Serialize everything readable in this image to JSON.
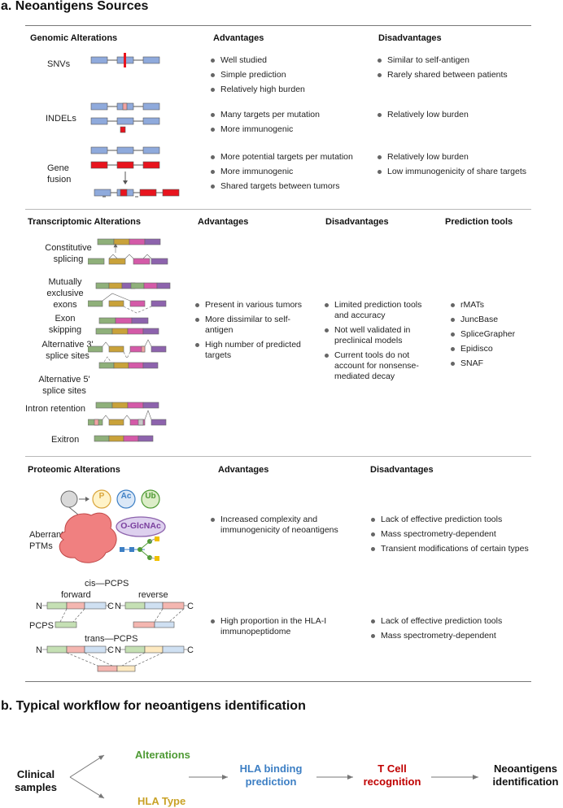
{
  "panel_a": {
    "title": "a. Neoantigens Sources",
    "genomic": {
      "header": "Genomic Alterations",
      "adv_header": "Advantages",
      "dis_header": "Disadvantages",
      "rows": [
        {
          "label": "SNVs",
          "advantages": [
            "Well studied",
            "Simple prediction",
            "Relatively high burden"
          ],
          "disadvantages": [
            "Similar to self-antigen",
            "Rarely shared between patients"
          ]
        },
        {
          "label": "INDELs",
          "advantages": [
            "Many targets per mutation",
            "More immunogenic"
          ],
          "disadvantages": [
            "Relatively low burden"
          ]
        },
        {
          "label_line1": "Gene",
          "label_line2": "fusion",
          "advantages": [
            "More potential targets per mutation",
            "More immunogenic",
            "Shared targets between tumors"
          ],
          "disadvantages": [
            "Relatively low burden",
            "Low immunogenicity of share targets"
          ]
        }
      ]
    },
    "transcriptomic": {
      "header": "Transcriptomic Alterations",
      "adv_header": "Advantages",
      "dis_header": "Disadvantages",
      "tools_header": "Prediction tools",
      "labels": {
        "constitutive_1": "Constitutive",
        "constitutive_2": "splicing",
        "mutex_1": "Mutually",
        "mutex_2": "exclusive",
        "mutex_3": "exons",
        "skip_1": "Exon",
        "skip_2": "skipping",
        "alt3_1": "Alternative 3'",
        "alt3_2": "splice sites",
        "alt5_1": "Alternative 5'",
        "alt5_2": "splice sites",
        "intron": "Intron retention",
        "exitron": "Exitron"
      },
      "advantages": [
        "Present in various tumors",
        "More dissimilar to self-antigen",
        "High number of predicted targets"
      ],
      "disadvantages": [
        "Limited prediction tools and accuracy",
        "Not well validated in preclinical models",
        "Current tools do not account for nonsense-mediated decay"
      ],
      "tools": [
        "rMATs",
        "JuncBase",
        "SpliceGrapher",
        "Epidisco",
        "SNAF"
      ]
    },
    "proteomic": {
      "header": "Proteomic Alterations",
      "adv_header": "Advantages",
      "dis_header": "Disadvantages",
      "ptm": {
        "label_1": "Aberrant",
        "label_2": "PTMs",
        "mods": [
          "P",
          "Ac",
          "Ub"
        ],
        "glyco": "O-GlcNAc",
        "advantages": [
          "Increased complexity and immunogenicity of neoantigens"
        ],
        "disadvantages": [
          "Lack of effective prediction tools",
          "Mass spectrometry-dependent",
          "Transient modifications of certain types"
        ]
      },
      "pcps": {
        "label": "PCPS",
        "cis": "cis—PCPS",
        "trans": "trans—PCPS",
        "forward": "forward",
        "reverse": "reverse",
        "n": "N",
        "c": "C",
        "advantages": [
          "High proportion in the HLA-I immunopeptidome"
        ],
        "disadvantages": [
          "Lack of effective prediction tools",
          "Mass spectrometry-dependent"
        ]
      }
    }
  },
  "panel_b": {
    "title": "b. Typical workflow for neoantigens identification",
    "start_1": "Clinical",
    "start_2": "samples",
    "alterations": "Alterations",
    "hla_type": "HLA Type",
    "hla_binding_1": "HLA binding",
    "hla_binding_2": "prediction",
    "tcell_1": "T Cell",
    "tcell_2": "recognition",
    "neo_1": "Neoantigens",
    "neo_2": "identification"
  },
  "colors": {
    "exon_blue": "#8faadc",
    "exon_red": "#e8141e",
    "tx_green": "#8fb07a",
    "tx_gold": "#c9a23a",
    "tx_pink": "#d45aa8",
    "tx_purple": "#8d63ad",
    "alterations_green": "#4e9a34",
    "hla_type_gold": "#c9a227",
    "hla_binding_blue": "#3d7fc4",
    "tcell_red": "#c00000"
  },
  "icons": [
    "arrow-icon",
    "bullet-icon",
    "protein-blob-icon",
    "glycan-icon"
  ]
}
